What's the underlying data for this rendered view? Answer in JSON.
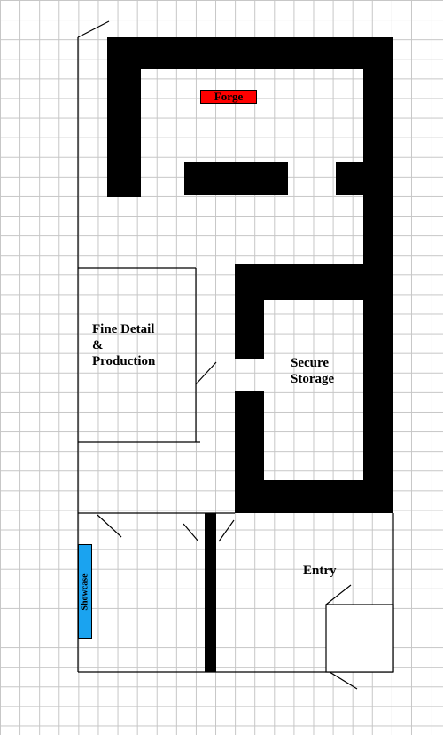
{
  "rooms": {
    "forge": "Forge",
    "fine_detail": "Fine Detail\n&\nProduction",
    "secure_storage": "Secure\nStorage",
    "entry": "Entry",
    "showcase": "Showcase"
  },
  "colors": {
    "forge_marker": "#ff0000",
    "showcase_marker": "#1aa3f0",
    "walls": "#000000",
    "grid": "#c6c6c6"
  }
}
